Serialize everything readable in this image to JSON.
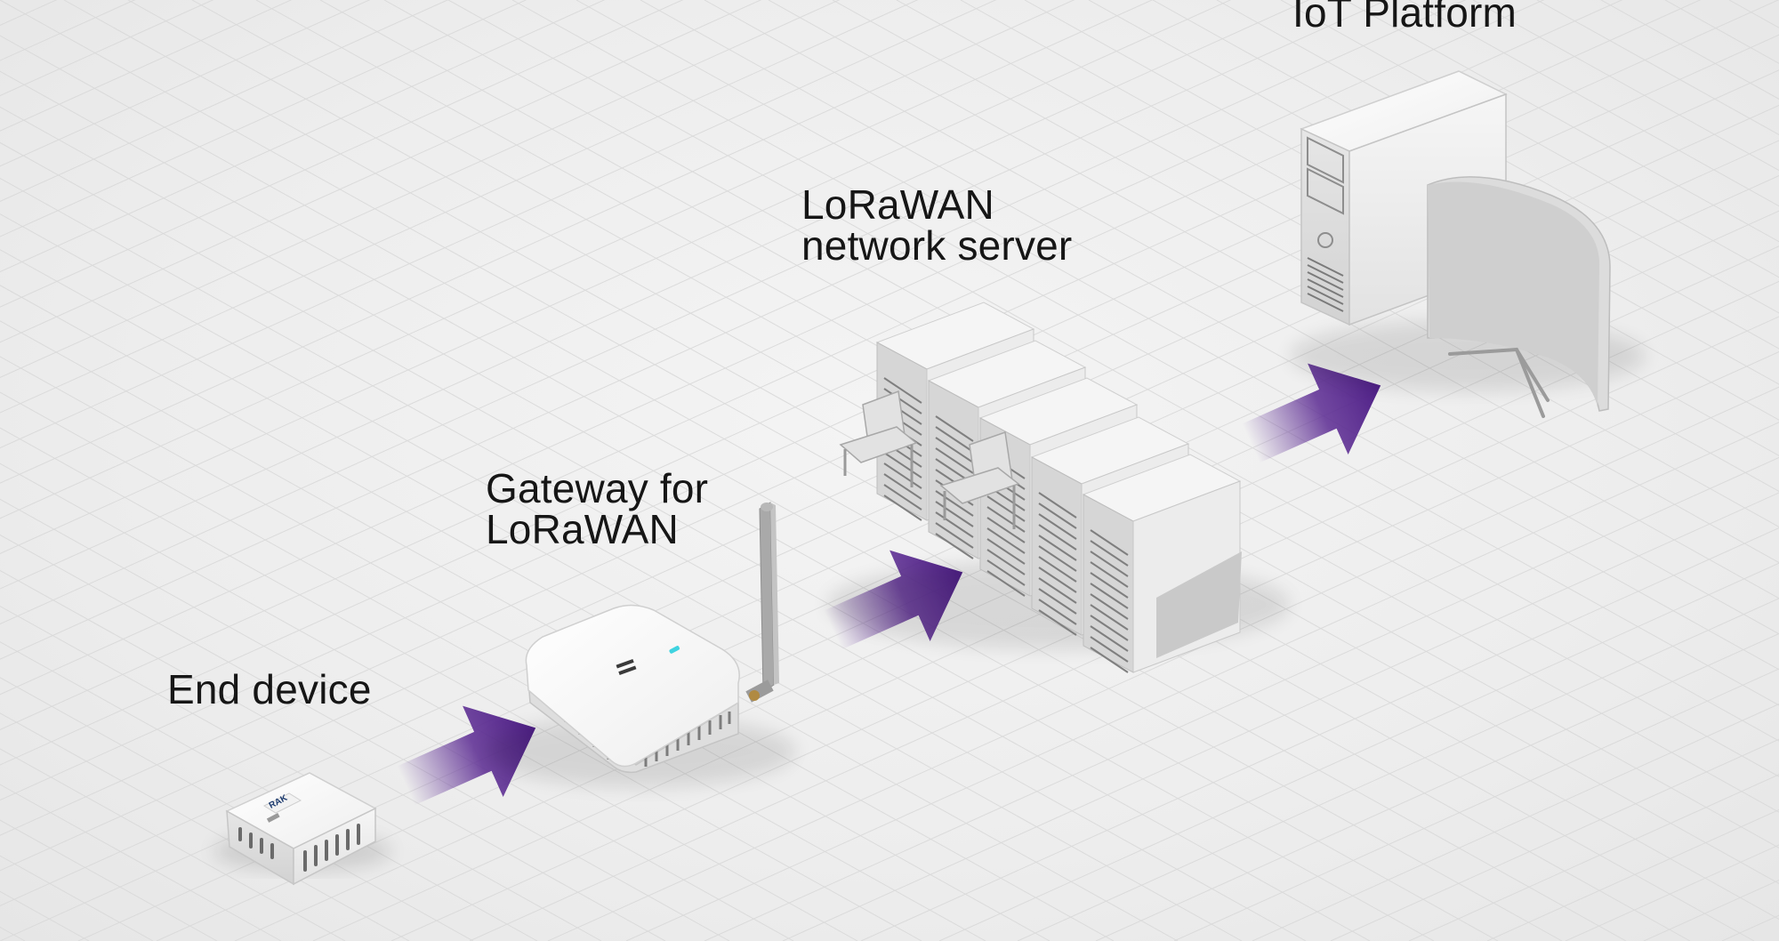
{
  "diagram": {
    "nodes": [
      {
        "id": "end-device",
        "label": "End device",
        "icon": "sensor-box-icon"
      },
      {
        "id": "gateway",
        "label": "Gateway for\nLoRaWAN",
        "icon": "router-antenna-icon"
      },
      {
        "id": "network-server",
        "label": "LoRaWAN\nnetwork server",
        "icon": "server-racks-icon"
      },
      {
        "id": "iot-platform",
        "label": "IoT Platform",
        "icon": "desktop-monitor-icon"
      }
    ],
    "edges": [
      {
        "from": "end-device",
        "to": "gateway"
      },
      {
        "from": "gateway",
        "to": "network-server"
      },
      {
        "from": "network-server",
        "to": "iot-platform"
      }
    ],
    "device_logo_text": "RAK"
  },
  "colors": {
    "arrow": "#5b2a92",
    "background": "#ececec",
    "text": "#161616",
    "led": "#3fd3e0"
  }
}
